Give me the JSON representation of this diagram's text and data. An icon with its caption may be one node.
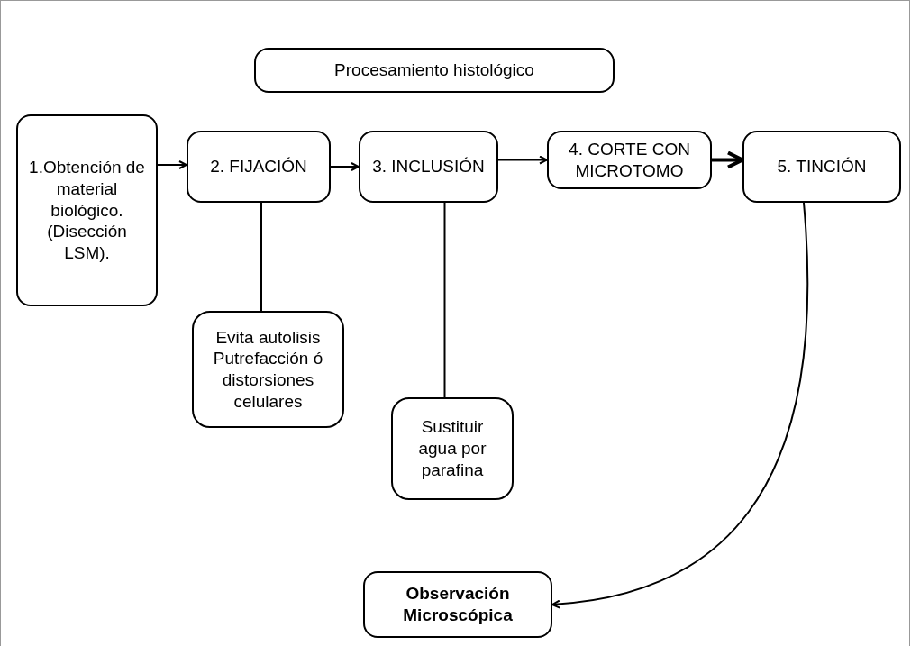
{
  "diagram": {
    "nodes": [
      {
        "text": [
          "Procesamiento histológico"
        ]
      },
      {
        "text": [
          "1.Obtención de material biológico. (Disección LSM)."
        ]
      },
      {
        "text": [
          "2. FIJACIÓN"
        ]
      },
      {
        "text": [
          "3. INCLUSIÓN"
        ]
      },
      {
        "text": [
          "4. CORTE CON MICROTOMO"
        ]
      },
      {
        "text": [
          "5. TINCIÓN"
        ]
      },
      {
        "text": [
          "Evita autolisis Putrefacción ó distorsiones celulares"
        ]
      },
      {
        "text": [
          "Sustituir agua por parafina"
        ]
      },
      {
        "text": [
          "Observación Microscópica"
        ]
      }
    ],
    "edges": [
      {
        "from": 1,
        "to": 2,
        "arrow": "to"
      },
      {
        "from": 2,
        "to": 3,
        "arrow": "to"
      },
      {
        "from": 3,
        "to": 4,
        "arrow": "to"
      },
      {
        "from": 4,
        "to": 5,
        "arrow": "to",
        "style": "thick"
      },
      {
        "from": 2,
        "to": 6,
        "arrow": "none"
      },
      {
        "from": 3,
        "to": 7,
        "arrow": "none"
      },
      {
        "from": 5,
        "to": 8,
        "arrow": "to"
      }
    ]
  }
}
